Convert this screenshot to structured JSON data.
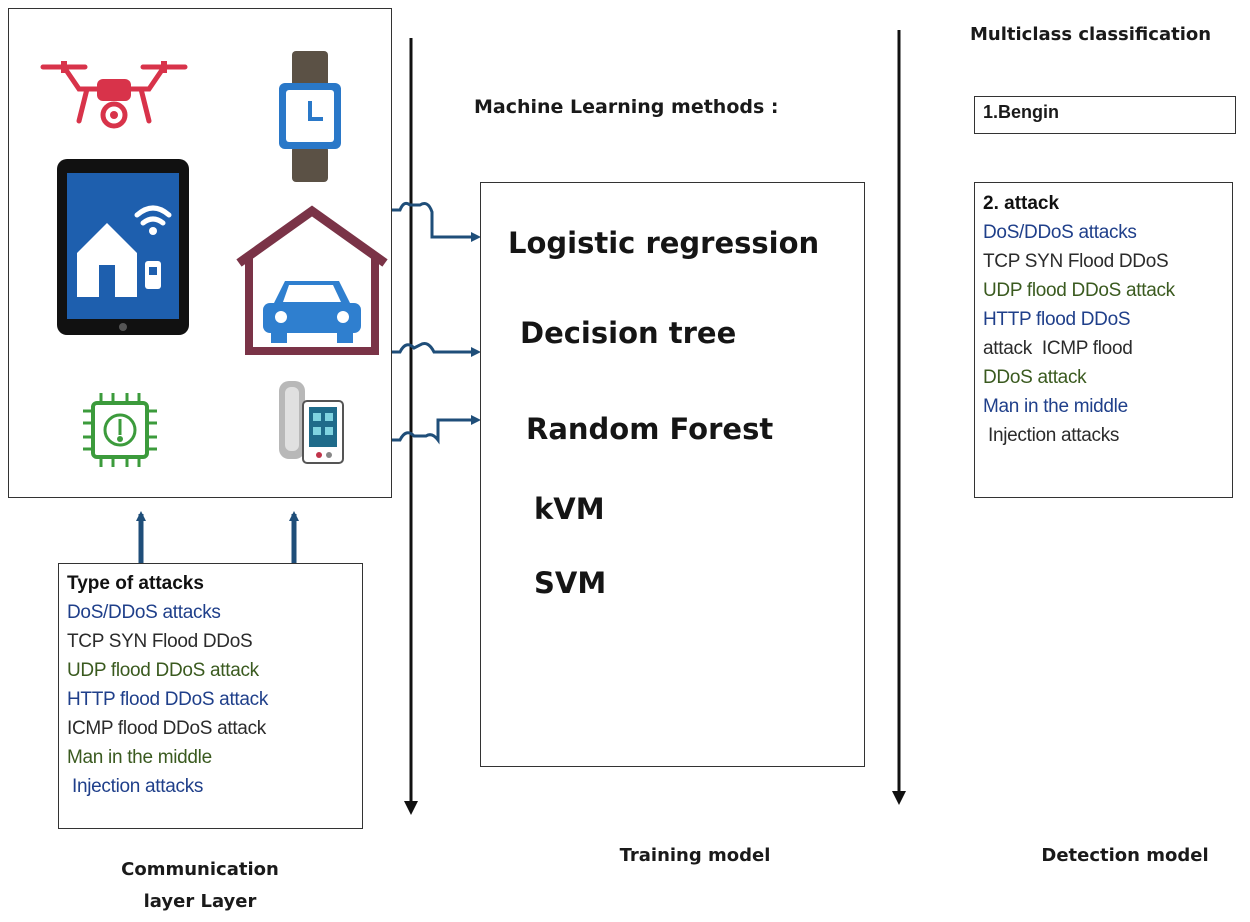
{
  "training": {
    "heading": "Machine Learning methods :",
    "methods": [
      "Logistic regression",
      "Decision tree",
      "Random Forest",
      "kVM",
      "SVM"
    ],
    "caption": "Training model"
  },
  "communication": {
    "attacks_title": "Type of  attacks",
    "attacks": [
      "DoS/DDoS attacks",
      "TCP SYN Flood DDoS",
      "UDP flood DDoS attack",
      "HTTP flood DDoS attack",
      "ICMP flood DDoS attack",
      "Man in the middle",
      " Injection attacks"
    ],
    "caption_line1": "Communication",
    "caption_line2": "layer Layer"
  },
  "detection": {
    "heading": "Multiclass classification",
    "benign": "1.Bengin",
    "attack_title": "2. attack",
    "attacks": [
      "DoS/DDoS attacks",
      "TCP SYN Flood DDoS",
      "UDP flood DDoS attack",
      "HTTP flood DDoS",
      "attack  ICMP flood",
      "DDoS attack",
      "Man in the middle",
      " Injection attacks"
    ],
    "caption": "Detection model"
  },
  "icons": [
    "drone-icon",
    "smartwatch-icon",
    "tablet-smart-home-icon",
    "garage-car-icon",
    "microchip-icon",
    "smart-meter-icon"
  ],
  "colors": {
    "arrow_blue": "#1f4e79",
    "drone": "#d8334a",
    "watch_blue": "#2a78c8",
    "watch_band": "#5b5145",
    "tablet_screen": "#1e5fae",
    "garage": "#7a3347",
    "car": "#2f7fcf",
    "chip": "#3c9b3c",
    "list_colors": [
      "#1f3f8a",
      "#2b2b2b",
      "#3a5a1f",
      "#1f3f8a",
      "#2b2b2b",
      "#3a5a1f",
      "#1f3f8a",
      "#2b2b2b"
    ]
  }
}
